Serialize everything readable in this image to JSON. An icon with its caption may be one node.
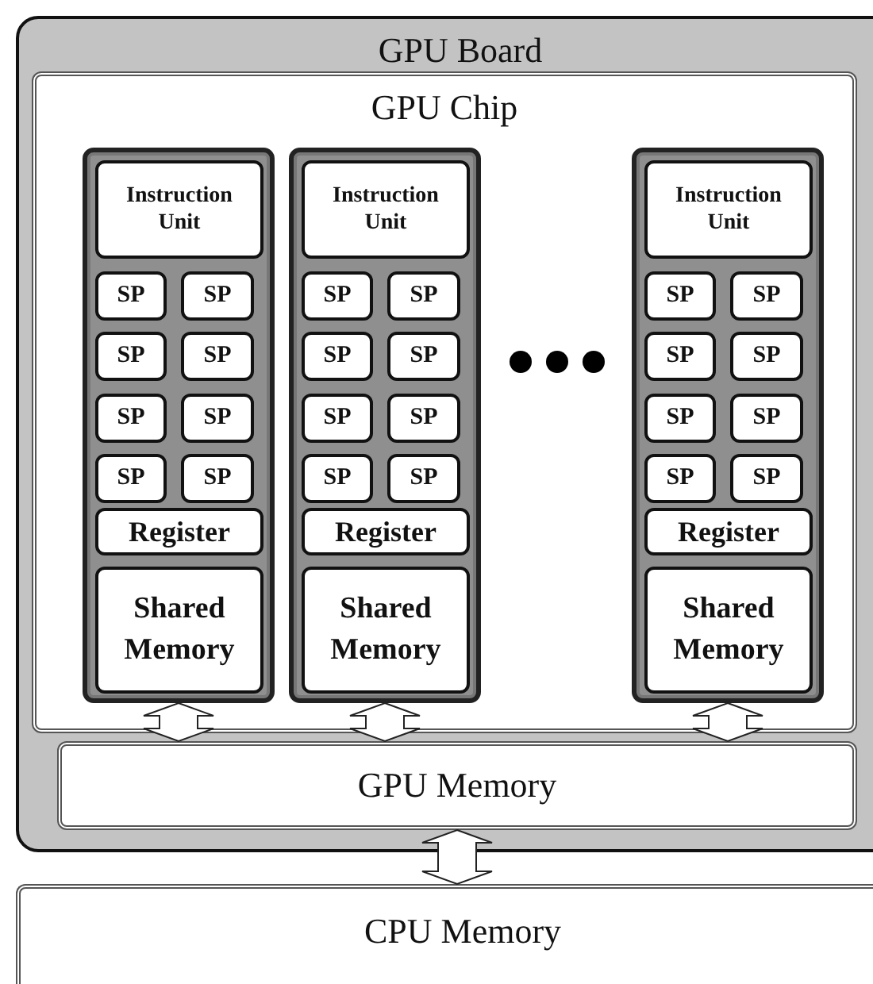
{
  "diagram": {
    "nodes": [
      {
        "text": [
          "GPU Board"
        ]
      },
      {
        "text": [
          "GPU Chip"
        ],
        "in": 0
      },
      {
        "text": [],
        "shape": "box",
        "in": 1
      },
      {
        "text": [
          "Instruction Unit"
        ],
        "in": 2
      },
      {
        "text": [
          "SP"
        ],
        "in": 2
      },
      {
        "text": [
          "SP"
        ],
        "in": 2
      },
      {
        "text": [
          "SP"
        ],
        "in": 2
      },
      {
        "text": [
          "SP"
        ],
        "in": 2
      },
      {
        "text": [
          "SP"
        ],
        "in": 2
      },
      {
        "text": [
          "SP"
        ],
        "in": 2
      },
      {
        "text": [
          "SP"
        ],
        "in": 2
      },
      {
        "text": [
          "SP"
        ],
        "in": 2
      },
      {
        "text": [
          "Register"
        ],
        "in": 2
      },
      {
        "text": [
          "Shared Memory"
        ],
        "in": 2
      },
      {
        "text": [],
        "shape": "box",
        "in": 1
      },
      {
        "text": [
          "Instruction Unit"
        ],
        "in": 14
      },
      {
        "text": [
          "SP"
        ],
        "in": 14
      },
      {
        "text": [
          "SP"
        ],
        "in": 14
      },
      {
        "text": [
          "SP"
        ],
        "in": 14
      },
      {
        "text": [
          "SP"
        ],
        "in": 14
      },
      {
        "text": [
          "SP"
        ],
        "in": 14
      },
      {
        "text": [
          "SP"
        ],
        "in": 14
      },
      {
        "text": [
          "SP"
        ],
        "in": 14
      },
      {
        "text": [
          "SP"
        ],
        "in": 14
      },
      {
        "text": [
          "Register"
        ],
        "in": 14
      },
      {
        "text": [
          "Shared Memory"
        ],
        "in": 14
      },
      {
        "text": [],
        "shape": "box",
        "in": 1
      },
      {
        "text": [
          "Instruction Unit"
        ],
        "in": 26
      },
      {
        "text": [
          "SP"
        ],
        "in": 26
      },
      {
        "text": [
          "SP"
        ],
        "in": 26
      },
      {
        "text": [
          "SP"
        ],
        "in": 26
      },
      {
        "text": [
          "SP"
        ],
        "in": 26
      },
      {
        "text": [
          "SP"
        ],
        "in": 26
      },
      {
        "text": [
          "SP"
        ],
        "in": 26
      },
      {
        "text": [
          "SP"
        ],
        "in": 26
      },
      {
        "text": [
          "SP"
        ],
        "in": 26
      },
      {
        "text": [
          "Register"
        ],
        "in": 26
      },
      {
        "text": [
          "Shared Memory"
        ],
        "in": 26
      },
      {
        "text": [
          "GPU Memory"
        ],
        "in": 0
      },
      {
        "text": [
          "CPU Memory"
        ]
      }
    ],
    "edges": [
      {
        "from": 2,
        "to": 38,
        "arrow": "both"
      },
      {
        "from": 14,
        "to": 38,
        "arrow": "both"
      },
      {
        "from": 26,
        "to": 38,
        "arrow": "both"
      },
      {
        "from": 38,
        "to": 39,
        "arrow": "both"
      }
    ]
  }
}
